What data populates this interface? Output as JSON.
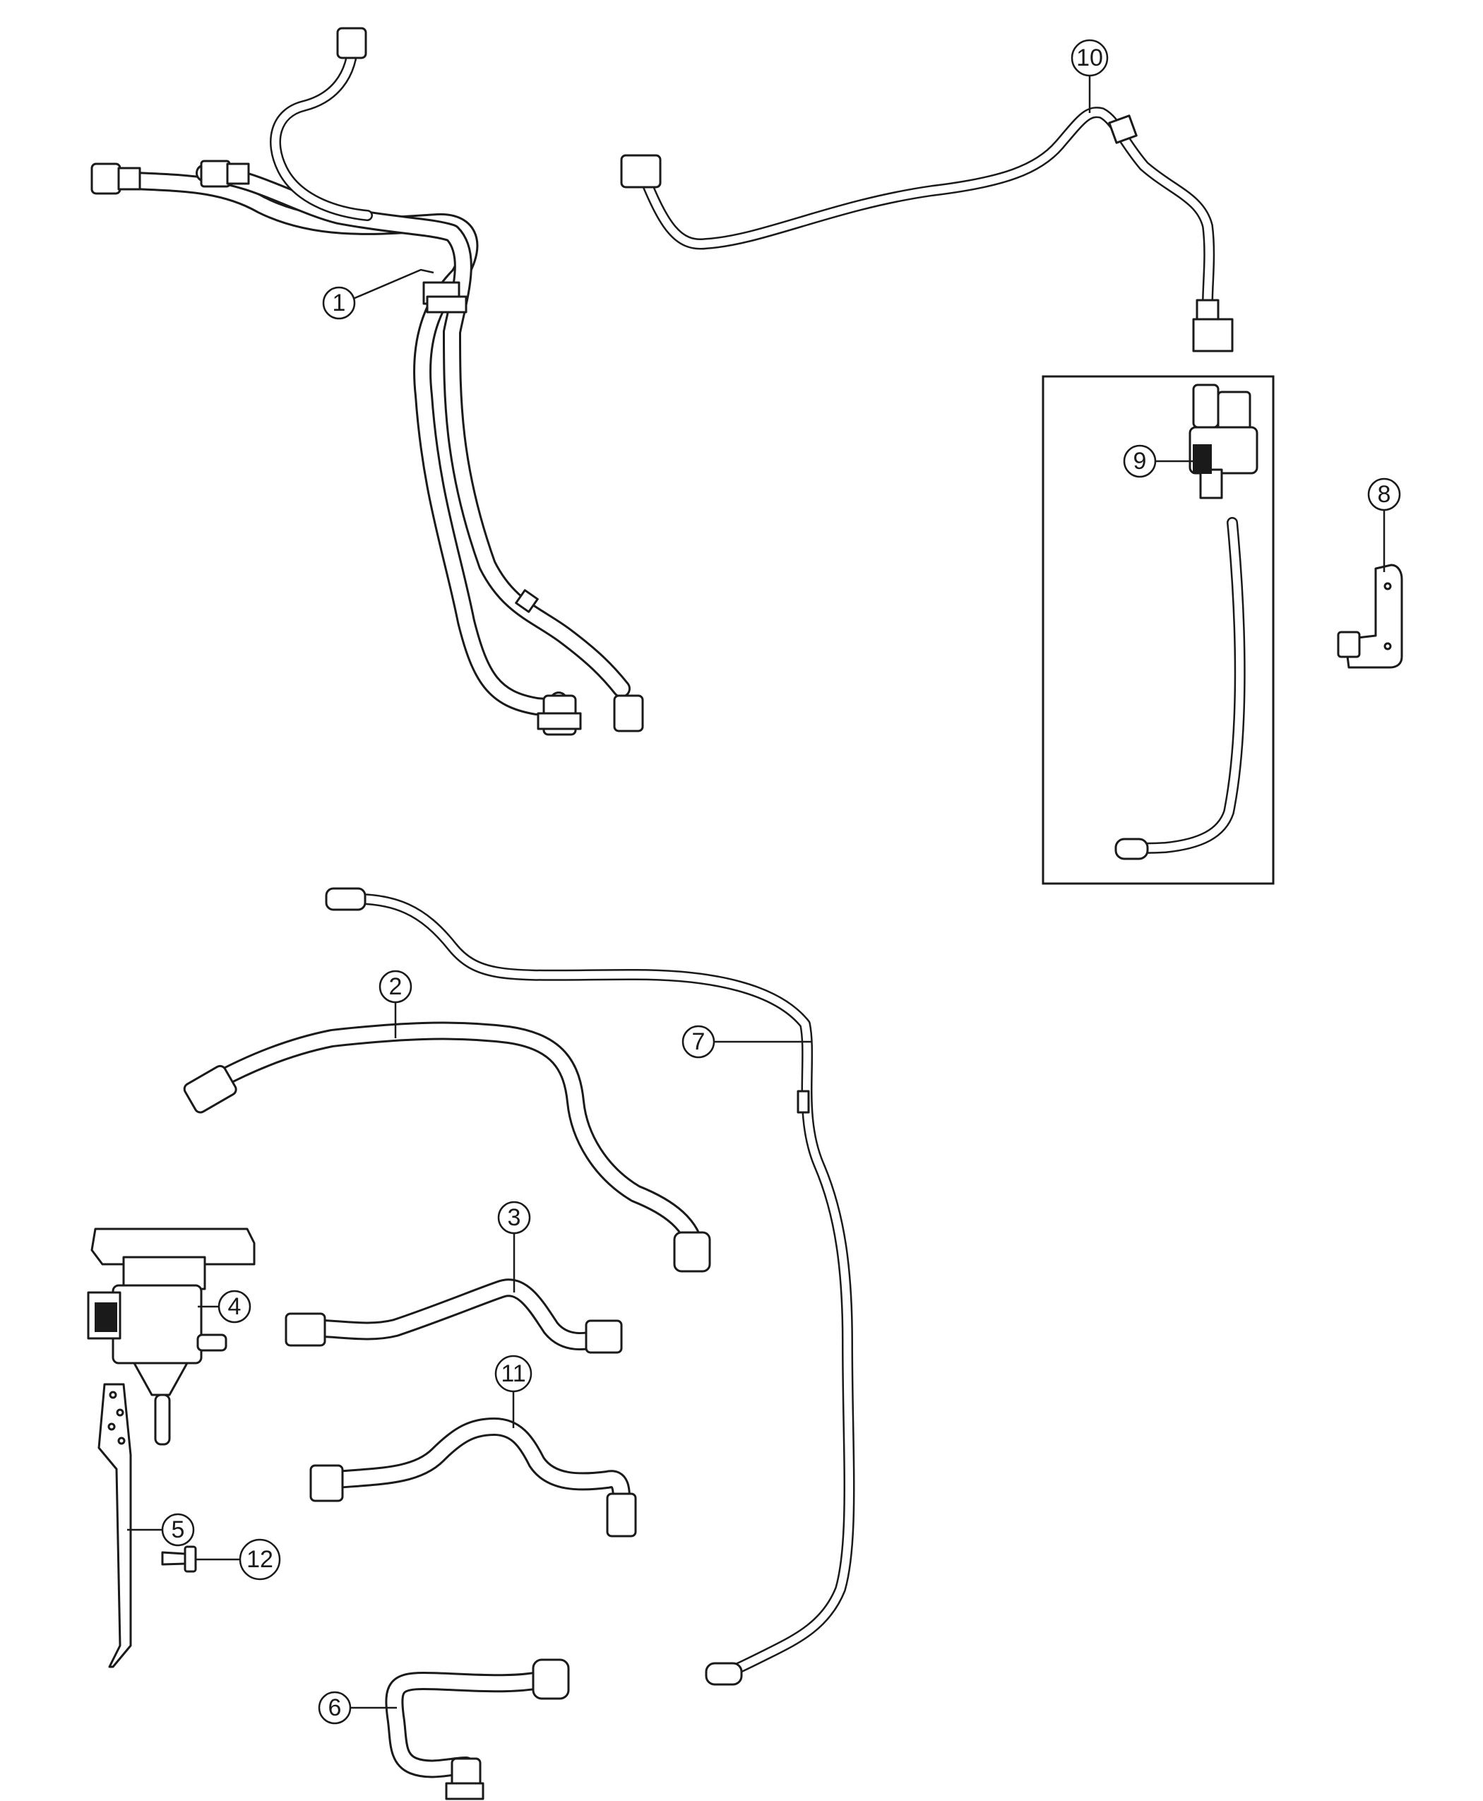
{
  "diagram": {
    "callouts": [
      {
        "id": "callout-1",
        "label": "1"
      },
      {
        "id": "callout-2",
        "label": "2"
      },
      {
        "id": "callout-3",
        "label": "3"
      },
      {
        "id": "callout-4",
        "label": "4"
      },
      {
        "id": "callout-5",
        "label": "5"
      },
      {
        "id": "callout-6",
        "label": "6"
      },
      {
        "id": "callout-7",
        "label": "7"
      },
      {
        "id": "callout-8",
        "label": "8"
      },
      {
        "id": "callout-9",
        "label": "9"
      },
      {
        "id": "callout-10",
        "label": "10"
      },
      {
        "id": "callout-11",
        "label": "11"
      },
      {
        "id": "callout-12",
        "label": "12"
      }
    ],
    "colors": {
      "line": "#1a1a1a",
      "background": "#ffffff"
    }
  }
}
